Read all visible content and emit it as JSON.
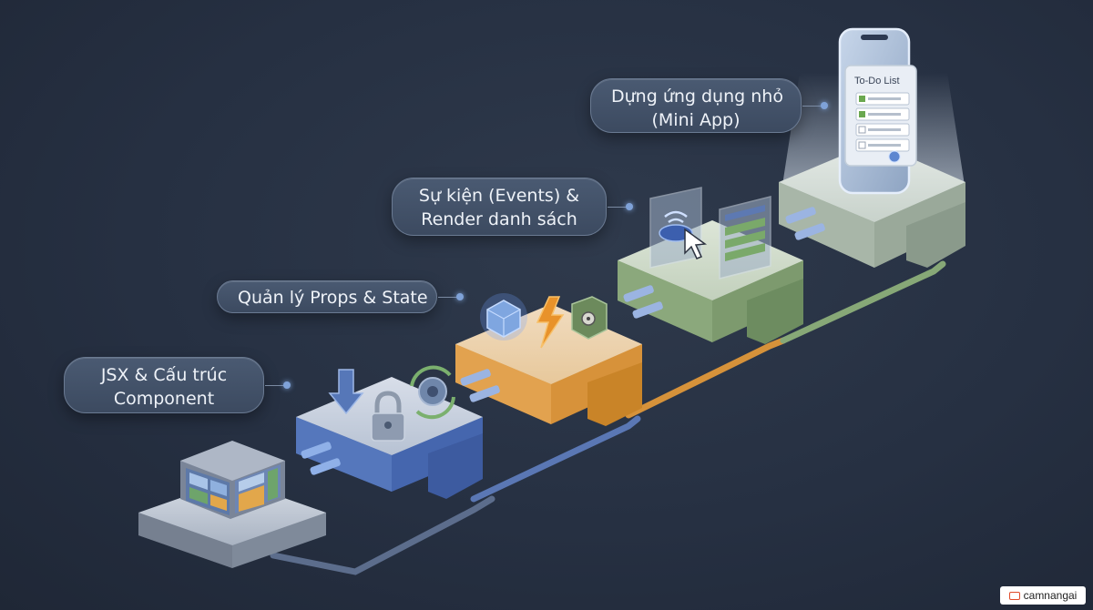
{
  "steps": [
    {
      "label_line1": "JSX & Cấu trúc",
      "label_line2": "Component",
      "color": "#8a97ab"
    },
    {
      "label_line1": "Quản lý Props & State",
      "color": "#4a73c4"
    },
    {
      "label_line1": "Sự kiện (Events) &",
      "label_line2": "Render danh sách",
      "color": "#d88f32"
    },
    {
      "label_line1": "Dựng ứng dụng nhỏ",
      "label_line2": "(Mini App)",
      "color": "#7d9a6e"
    }
  ],
  "final_block_color": "#9aa99a",
  "phone": {
    "title": "To-Do List"
  },
  "brand": "camnangai",
  "icons": [
    "window-layout-icon",
    "download-arrow-icon",
    "padlock-icon",
    "refresh-gear-icon",
    "cube-icon",
    "lightning-icon",
    "safe-box-icon",
    "wifi-button-icon",
    "cursor-icon",
    "list-panel-icon",
    "smartphone-icon"
  ]
}
